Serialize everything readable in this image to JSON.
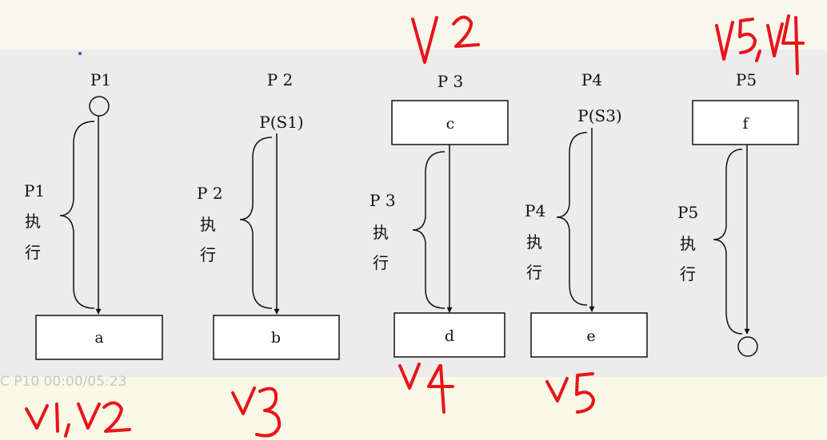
{
  "diagram": {
    "processes": [
      {
        "title": "P1",
        "side": [
          "P1",
          "执",
          "行"
        ],
        "box": "a",
        "start": "circle",
        "end": "box"
      },
      {
        "title": "P 2",
        "side": [
          "P 2",
          "执",
          "行"
        ],
        "box": "b",
        "start": "P(S1)",
        "end": "box"
      },
      {
        "title": "P 3",
        "side": [
          "P 3",
          "执",
          "行"
        ],
        "box_top": "c",
        "box": "d",
        "start": "box",
        "end": "box"
      },
      {
        "title": "P4",
        "side": [
          "P4",
          "执",
          "行"
        ],
        "box": "e",
        "start": "P(S3)",
        "end": "box"
      },
      {
        "title": "P5",
        "side": [
          "P5",
          "执",
          "行"
        ],
        "box_top": "f",
        "start": "box",
        "end": "circle"
      }
    ],
    "timestamp": "C P10 00:00/05:23"
  },
  "handwriting": [
    "V2",
    "V5,V4",
    "V1,V2",
    "V3",
    "V4",
    "V5"
  ],
  "colors": {
    "ink": "#111111",
    "annotation": "#e8141a"
  }
}
